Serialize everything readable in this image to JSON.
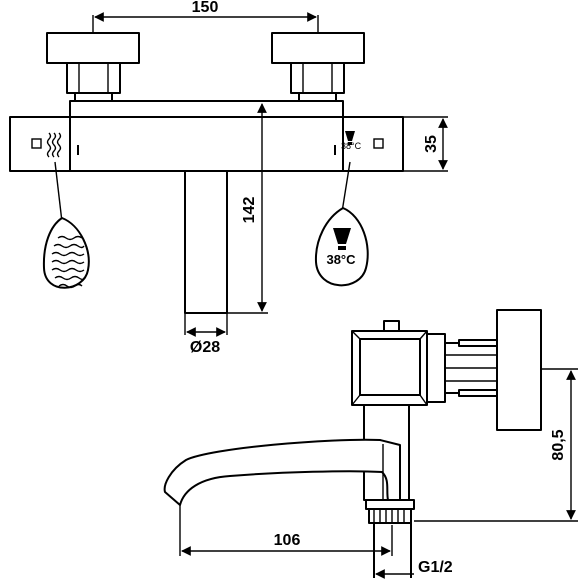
{
  "dimensions": {
    "width_top": "150",
    "height_body": "35",
    "spout_length": "142",
    "spout_diameter": "Ø28",
    "side_height": "80,5",
    "spout_reach": "106",
    "connection_thread": "G1/2"
  },
  "labels": {
    "temp_small": "38°C",
    "temp_badge": "38°C"
  },
  "icons": {
    "left_badge": "water-flow-icon",
    "right_badge": "temperature-icon"
  }
}
